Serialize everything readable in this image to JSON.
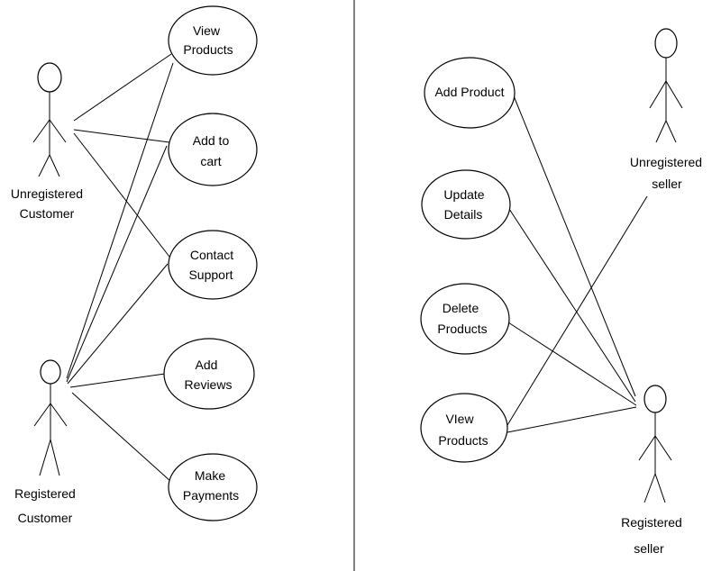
{
  "left": {
    "actors": {
      "unregistered": [
        "Unregistered",
        "Customer"
      ],
      "registered": [
        "Registered",
        "Customer"
      ]
    },
    "usecases": {
      "view_products": [
        "View",
        "Products"
      ],
      "add_to_cart": [
        "Add to",
        "cart"
      ],
      "contact_support": [
        "Contact",
        "Support"
      ],
      "add_reviews": [
        "Add",
        "Reviews"
      ],
      "make_payments": [
        "Make",
        "Payments"
      ]
    }
  },
  "right": {
    "actors": {
      "unregistered": [
        "Unregistered",
        "seller"
      ],
      "registered": [
        "Registered",
        "seller"
      ]
    },
    "usecases": {
      "add_product": [
        "Add Product"
      ],
      "update_details": [
        "Update",
        "Details"
      ],
      "delete_products": [
        "Delete",
        "Products"
      ],
      "view_products": [
        "VIew",
        "Products"
      ]
    }
  }
}
